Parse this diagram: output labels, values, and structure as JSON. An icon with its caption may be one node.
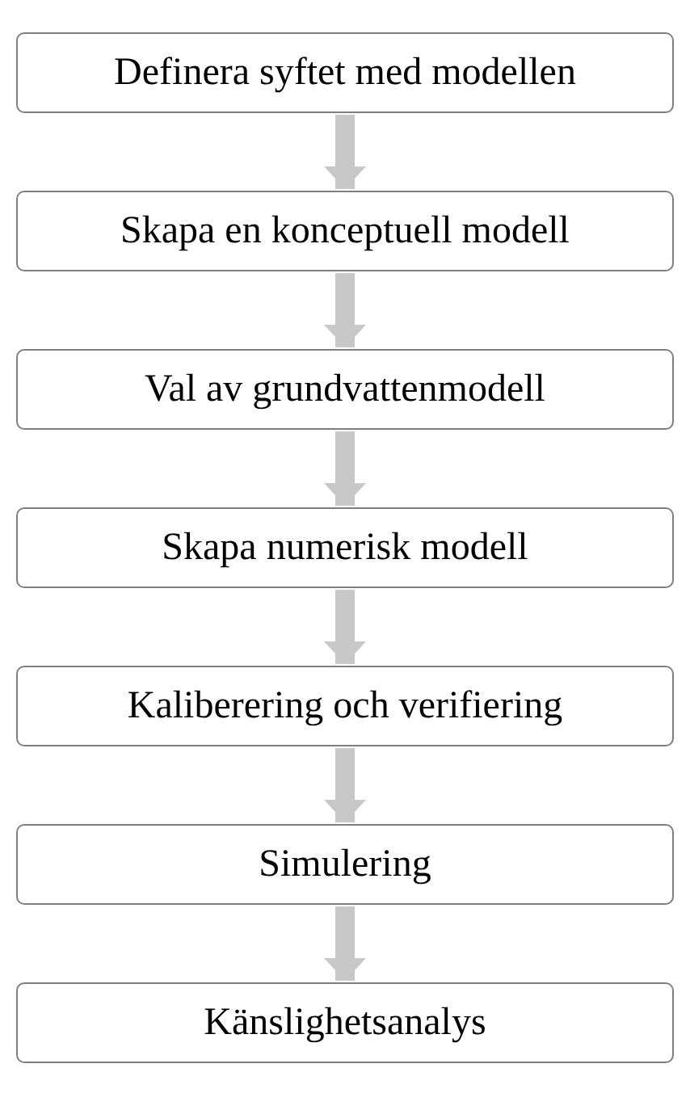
{
  "diagram": {
    "nodes": [
      {
        "text": [
          "Definera syftet med modellen"
        ]
      },
      {
        "text": [
          "Skapa en konceptuell modell"
        ]
      },
      {
        "text": [
          "Val av grundvattenmodell"
        ]
      },
      {
        "text": [
          "Skapa numerisk modell"
        ]
      },
      {
        "text": [
          "Kaliberering och verifiering"
        ]
      },
      {
        "text": [
          "Simulering"
        ]
      },
      {
        "text": [
          "Känslighetsanalys"
        ]
      }
    ],
    "edges": [
      {
        "from": 0,
        "to": 1,
        "arrow": "to"
      },
      {
        "from": 1,
        "to": 2,
        "arrow": "to"
      },
      {
        "from": 2,
        "to": 3,
        "arrow": "to"
      },
      {
        "from": 3,
        "to": 4,
        "arrow": "to"
      },
      {
        "from": 4,
        "to": 5,
        "arrow": "to"
      },
      {
        "from": 5,
        "to": 6,
        "arrow": "to"
      }
    ]
  }
}
